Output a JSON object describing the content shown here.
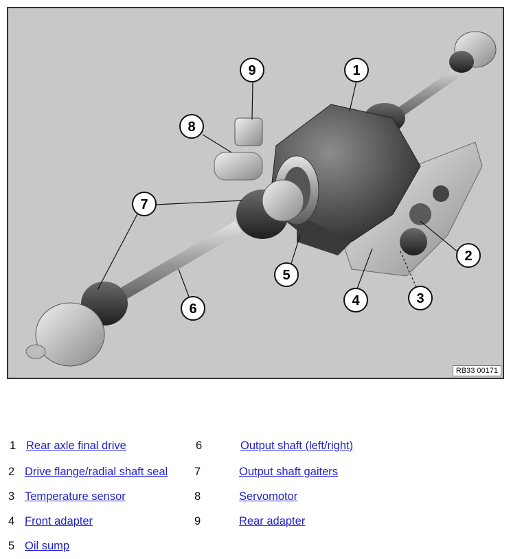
{
  "figure": {
    "code": "RB33 00171",
    "callouts": [
      "1",
      "2",
      "3",
      "4",
      "5",
      "6",
      "7",
      "8",
      "9"
    ]
  },
  "legend": [
    {
      "num": "1",
      "label": "Rear axle final drive"
    },
    {
      "num": "2",
      "label": "Drive flange/radial shaft seal"
    },
    {
      "num": "3",
      "label": "Temperature sensor"
    },
    {
      "num": "4",
      "label": "Front adapter"
    },
    {
      "num": "5",
      "label": "Oil sump"
    },
    {
      "num": "6",
      "label": "Output shaft (left/right)"
    },
    {
      "num": "7",
      "label": "Output shaft gaiters"
    },
    {
      "num": "8",
      "label": "Servomotor"
    },
    {
      "num": "9",
      "label": "Rear adapter"
    }
  ]
}
